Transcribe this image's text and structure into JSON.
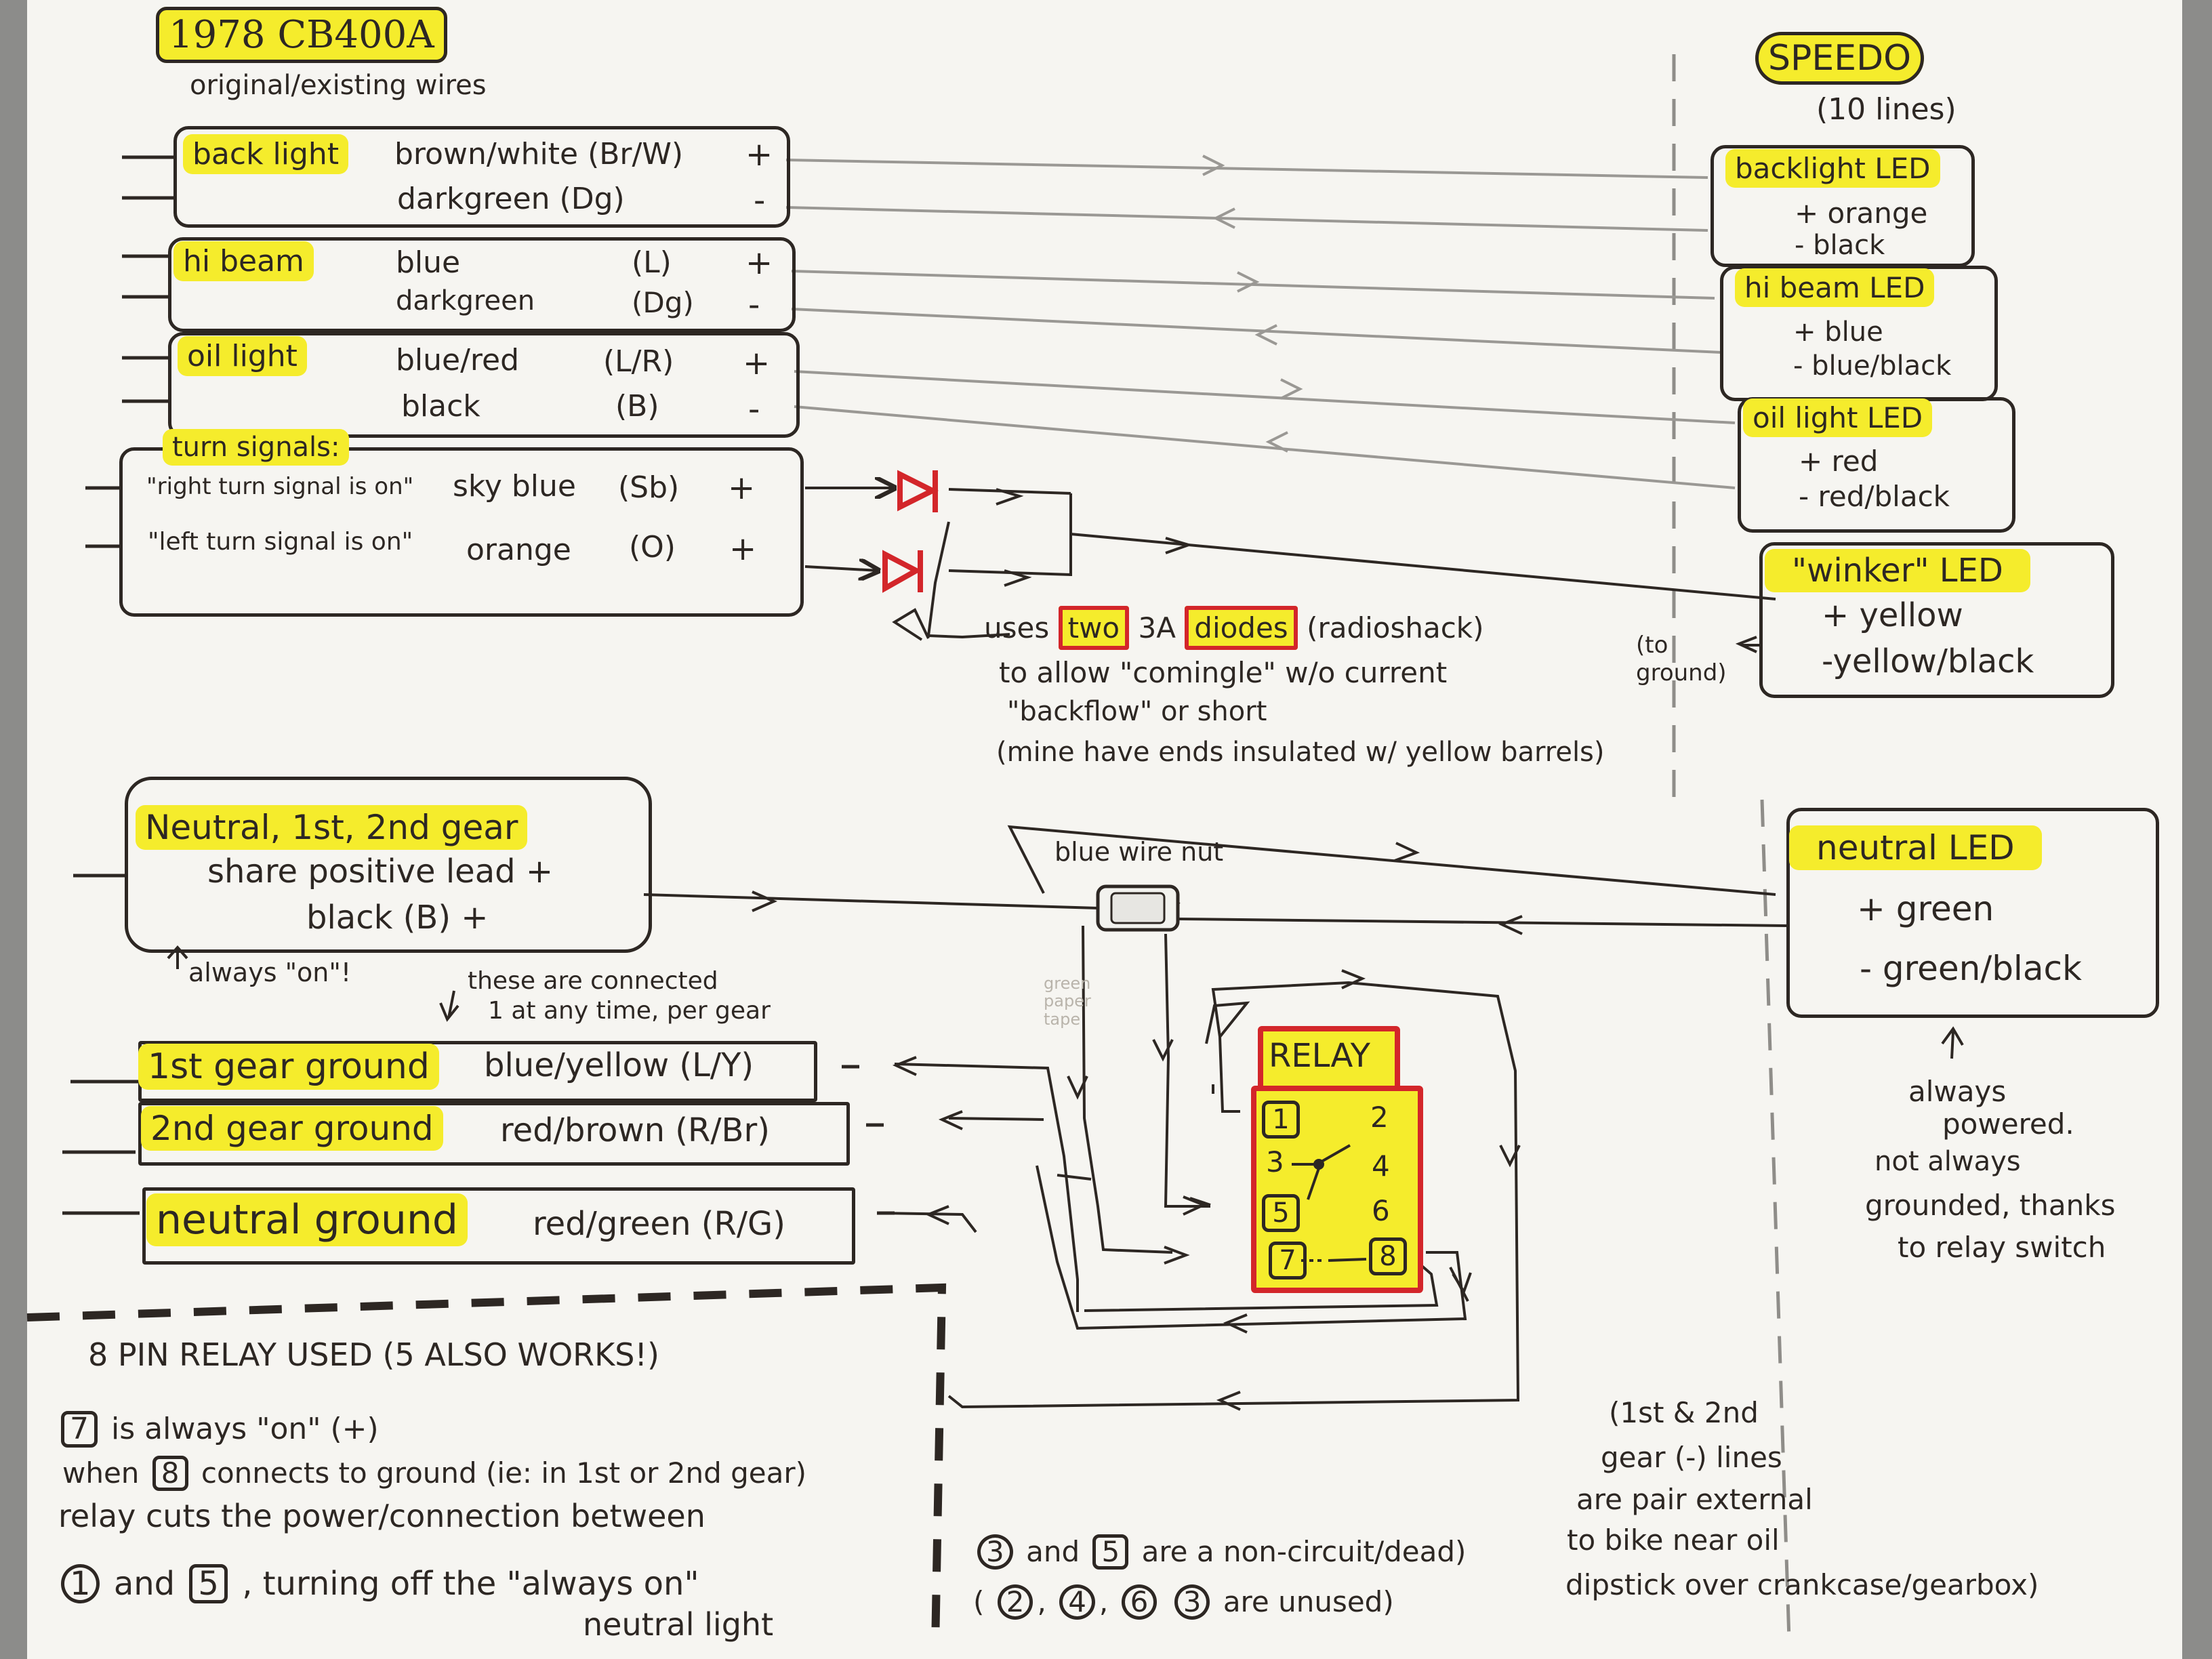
{
  "title": "1978 CB400A",
  "subtitle": "original/existing wires",
  "speedo": {
    "title": "SPEEDO",
    "lines": "(10 lines)"
  },
  "groups": {
    "backlight": {
      "label": "back light",
      "w1": "brown/white (Br/W)",
      "s1": "+",
      "w2": "darkgreen (Dg)",
      "s2": "-"
    },
    "hibeam": {
      "label": "hi beam",
      "w1": "blue",
      "c1": "(L)",
      "s1": "+",
      "w2": "darkgreen",
      "c2": "(Dg)",
      "s2": "-"
    },
    "oil": {
      "label": "oil light",
      "w1": "blue/red",
      "c1": "(L/R)",
      "s1": "+",
      "w2": "black",
      "c2": "(B)",
      "s2": "-"
    },
    "turn": {
      "label": "turn signals:",
      "right_desc": "\"right turn signal is on\"",
      "right_wire": "sky blue",
      "right_code": "(Sb)",
      "right_sign": "+",
      "left_desc": "\"left turn signal is on\"",
      "left_wire": "orange",
      "left_code": "(O)",
      "left_sign": "+"
    }
  },
  "leds": {
    "backlight": {
      "label": "backlight LED",
      "plus": "+ orange",
      "minus": "- black"
    },
    "hibeam": {
      "label": "hi beam LED",
      "plus": "+ blue",
      "minus": "- blue/black"
    },
    "oil": {
      "label": "oil light LED",
      "plus": "+ red",
      "minus": "- red/black"
    },
    "winker": {
      "label": "\"winker\" LED",
      "plus": "+ yellow",
      "minus": "-yellow/black"
    },
    "neutral": {
      "label": "neutral LED",
      "plus": "+ green",
      "minus": "- green/black"
    }
  },
  "diode_note": {
    "p1": "uses",
    "two": "two",
    "p2": "3A",
    "diodes": "diodes",
    "p3": "(radioshack)",
    "line2": "to allow \"comingle\" w/o current",
    "line3": "\"backflow\" or short",
    "line4": "(mine have ends insulated w/ yellow barrels)"
  },
  "to_ground": "(to ground)",
  "neutral_group": {
    "title": "Neutral, 1st, 2nd gear",
    "line2": "share positive lead +",
    "line3": "black (B) +"
  },
  "always_on": "always \"on\"!",
  "connected_note": {
    "line1": "these are connected",
    "line2": "1 at any time, per gear"
  },
  "wire_nut": "blue wire nut",
  "green_tape": "green paper tape",
  "relay": {
    "title": "RELAY",
    "pins": [
      "1",
      "2",
      "3",
      "4",
      "5",
      "6",
      "7",
      "8"
    ]
  },
  "grounds": [
    {
      "label": "1st gear ground",
      "wire": "blue/yellow (L/Y)"
    },
    {
      "label": "2nd gear ground",
      "wire": "red/brown (R/Br)"
    },
    {
      "label": "neutral ground",
      "wire": "red/green (R/G)"
    }
  ],
  "powered_note": [
    "always",
    "powered.",
    "not always",
    "grounded, thanks",
    "to relay switch"
  ],
  "relay_note": {
    "title": "8 PIN RELAY USED (5 ALSO WORKS!)",
    "n7": "7",
    "l1": "is always \"on\" (+)",
    "l2a": "when",
    "n8": "8",
    "l2b": "connects to ground (ie: in 1st or 2nd gear)",
    "l3": "relay cuts the power/connection between",
    "n1": "1",
    "l4a": "and",
    "n5": "5",
    "l4b": ", turning off the \"always on\"",
    "l5": "neutral light"
  },
  "unused_note": {
    "n3": "3",
    "a": "and",
    "n5": "5",
    "b": "are a non-circuit/dead)",
    "n2": "2",
    "n4": "4",
    "n6": "6",
    "n3b": "3",
    "c": "are unused)"
  },
  "gear_note": [
    "(1st & 2nd",
    "gear (-) lines",
    "are pair external",
    "to bike near oil",
    "dipstick over crankcase/gearbox)"
  ]
}
